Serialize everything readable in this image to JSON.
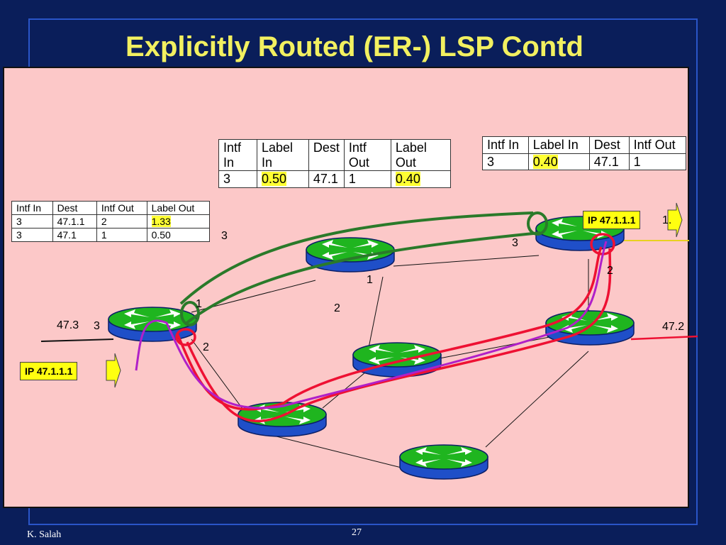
{
  "slide": {
    "title": "Explicitly Routed (ER-) LSP Contd",
    "author": "K. Salah",
    "page_number": "27"
  },
  "tables": {
    "left": {
      "headers": [
        "Intf In",
        "Dest",
        "Intf Out",
        "Label Out"
      ],
      "rows": [
        [
          "3",
          "47.1.1",
          "2",
          "1.33"
        ],
        [
          "3",
          "47.1",
          "1",
          "0.50"
        ]
      ]
    },
    "middle": {
      "headers": [
        "Intf In",
        "Label In",
        "Dest",
        "Intf Out",
        "Label Out"
      ],
      "rows": [
        [
          "3",
          "0.50",
          "47.1",
          "1",
          "0.40"
        ]
      ]
    },
    "right": {
      "headers": [
        "Intf In",
        "Label In",
        "Dest",
        "Intf Out"
      ],
      "rows": [
        [
          "3",
          "0.40",
          "47.1",
          "1"
        ]
      ]
    }
  },
  "labels": {
    "net_left": "47.3",
    "net_right": "47.2",
    "port_left_in": "3",
    "port_left_2": "2",
    "port_mid_in": "3",
    "port_mid_1": "1",
    "port_right_in": "3",
    "port_right_2": "2",
    "port_center_2": "2",
    "port_edge_1": "1",
    "right_trailing": "1."
  },
  "packets": {
    "ingress": "IP 47.1.1.1",
    "egress": "IP 47.1.1.1"
  },
  "colors": {
    "background": "#0a1e5a",
    "title": "#f2f060",
    "panel": "#fcc8c8",
    "router_top": "#1fb51f",
    "router_body": "#1f4fc8",
    "lsp_tunnel": "#2a7a2a",
    "red_path": "#ee1133",
    "magenta_path": "#b020c8",
    "highlight": "#ffff33"
  }
}
